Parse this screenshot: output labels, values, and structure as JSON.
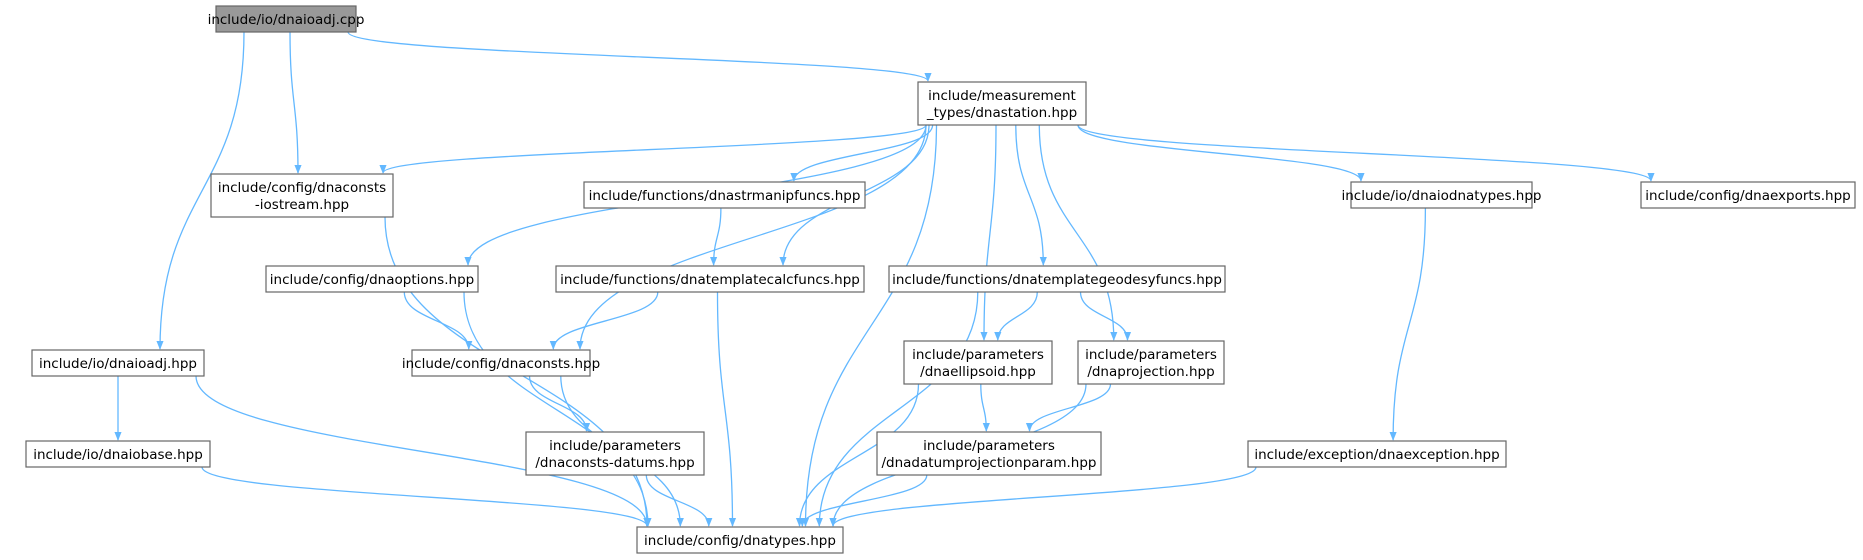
{
  "diagram": {
    "edge_color": "#63b8ff",
    "root_fill": "#999999",
    "node_border": "#666666",
    "nodes": [
      {
        "id": "dnaioadj_cpp",
        "lines": [
          "include/io/dnaioadj.cpp"
        ],
        "root": true
      },
      {
        "id": "dnastation",
        "lines": [
          "include/measurement",
          "_types/dnastation.hpp"
        ]
      },
      {
        "id": "dnaconsts_iostream",
        "lines": [
          "include/config/dnaconsts",
          "-iostream.hpp"
        ]
      },
      {
        "id": "dnastrmanipfuncs",
        "lines": [
          "include/functions/dnastrmanipfuncs.hpp"
        ]
      },
      {
        "id": "dnaiodnatypes",
        "lines": [
          "include/io/dnaiodnatypes.hpp"
        ]
      },
      {
        "id": "dnaexports",
        "lines": [
          "include/config/dnaexports.hpp"
        ]
      },
      {
        "id": "dnaoptions",
        "lines": [
          "include/config/dnaoptions.hpp"
        ]
      },
      {
        "id": "dnatemplatecalcfuncs",
        "lines": [
          "include/functions/dnatemplatecalcfuncs.hpp"
        ]
      },
      {
        "id": "dnatemplategeodesyfuncs",
        "lines": [
          "include/functions/dnatemplategeodesyfuncs.hpp"
        ]
      },
      {
        "id": "dnaioadj_hpp",
        "lines": [
          "include/io/dnaioadj.hpp"
        ]
      },
      {
        "id": "dnaconsts",
        "lines": [
          "include/config/dnaconsts.hpp"
        ]
      },
      {
        "id": "dnaellipsoid",
        "lines": [
          "include/parameters",
          "/dnaellipsoid.hpp"
        ]
      },
      {
        "id": "dnaprojection",
        "lines": [
          "include/parameters",
          "/dnaprojection.hpp"
        ]
      },
      {
        "id": "dnaiobase",
        "lines": [
          "include/io/dnaiobase.hpp"
        ]
      },
      {
        "id": "dnaconsts_datums",
        "lines": [
          "include/parameters",
          "/dnaconsts-datums.hpp"
        ]
      },
      {
        "id": "dnadatumprojectionparam",
        "lines": [
          "include/parameters",
          "/dnadatumprojectionparam.hpp"
        ]
      },
      {
        "id": "dnaexception",
        "lines": [
          "include/exception/dnaexception.hpp"
        ]
      },
      {
        "id": "dnatypes",
        "lines": [
          "include/config/dnatypes.hpp"
        ]
      }
    ],
    "edges": [
      [
        "dnaioadj_cpp",
        "dnastation"
      ],
      [
        "dnaioadj_cpp",
        "dnaconsts_iostream"
      ],
      [
        "dnaioadj_cpp",
        "dnaioadj_hpp"
      ],
      [
        "dnastation",
        "dnaconsts_iostream"
      ],
      [
        "dnastation",
        "dnastrmanipfuncs"
      ],
      [
        "dnastation",
        "dnaiodnatypes"
      ],
      [
        "dnastation",
        "dnaexports"
      ],
      [
        "dnastation",
        "dnaoptions"
      ],
      [
        "dnastation",
        "dnatemplatecalcfuncs"
      ],
      [
        "dnastation",
        "dnatemplategeodesyfuncs"
      ],
      [
        "dnastation",
        "dnaconsts"
      ],
      [
        "dnastation",
        "dnaellipsoid"
      ],
      [
        "dnastation",
        "dnaprojection"
      ],
      [
        "dnastation",
        "dnatypes"
      ],
      [
        "dnaconsts_iostream",
        "dnatypes"
      ],
      [
        "dnastrmanipfuncs",
        "dnatemplatecalcfuncs"
      ],
      [
        "dnaiodnatypes",
        "dnaexception"
      ],
      [
        "dnaoptions",
        "dnaconsts"
      ],
      [
        "dnaoptions",
        "dnatypes"
      ],
      [
        "dnatemplatecalcfuncs",
        "dnaconsts"
      ],
      [
        "dnatemplatecalcfuncs",
        "dnatypes"
      ],
      [
        "dnatemplategeodesyfuncs",
        "dnaellipsoid"
      ],
      [
        "dnatemplategeodesyfuncs",
        "dnaprojection"
      ],
      [
        "dnatemplategeodesyfuncs",
        "dnatypes"
      ],
      [
        "dnaioadj_hpp",
        "dnaiobase"
      ],
      [
        "dnaioadj_hpp",
        "dnatypes"
      ],
      [
        "dnaconsts",
        "dnaconsts_datums"
      ],
      [
        "dnaconsts",
        "dnatypes"
      ],
      [
        "dnaellipsoid",
        "dnadatumprojectionparam"
      ],
      [
        "dnaellipsoid",
        "dnatypes"
      ],
      [
        "dnaprojection",
        "dnadatumprojectionparam"
      ],
      [
        "dnaprojection",
        "dnatypes"
      ],
      [
        "dnaiobase",
        "dnatypes"
      ],
      [
        "dnaconsts_datums",
        "dnatypes"
      ],
      [
        "dnadatumprojectionparam",
        "dnatypes"
      ],
      [
        "dnaexception",
        "dnatypes"
      ]
    ]
  }
}
